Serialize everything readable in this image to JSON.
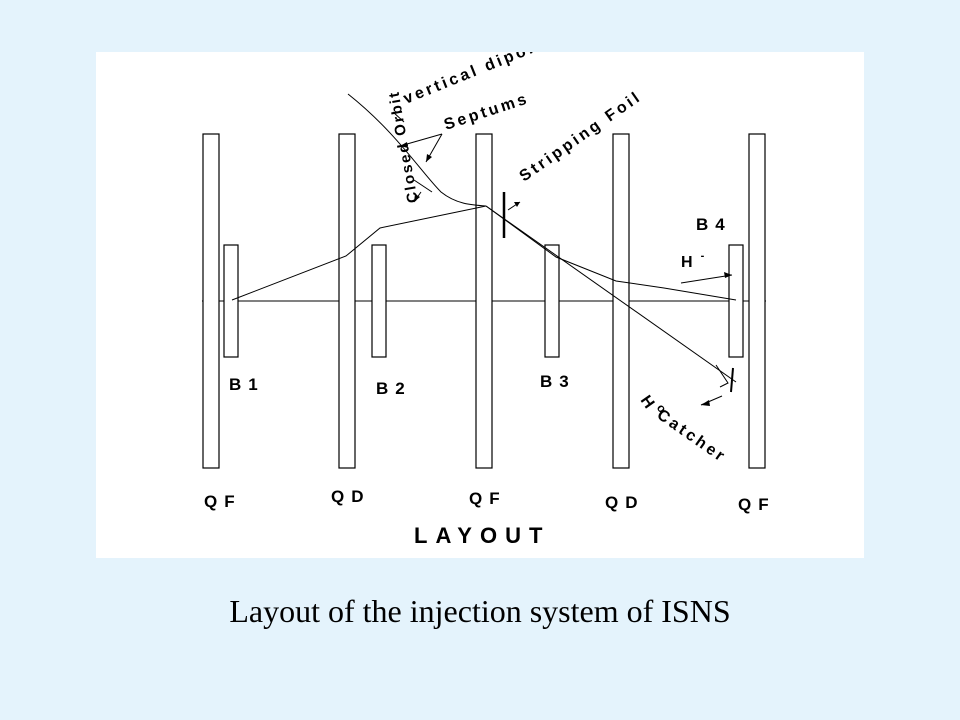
{
  "caption": "Layout of the injection system of ISNS",
  "diagram": {
    "heading": "LAYOUT",
    "quadrupoles": [
      "QF",
      "QD",
      "QF",
      "QD",
      "QF"
    ],
    "bending_magnets": [
      "B1",
      "B2",
      "B3",
      "B4"
    ],
    "labels": {
      "vertical_dipole": "vertical dipole",
      "septums": "Septums",
      "closed_orbit": "Closed Orbit",
      "stripping_foil": "Stripping Foil",
      "h_minus": "H",
      "h_minus_sup": "-",
      "h_zero": "H",
      "h_zero_sup": "o",
      "catcher": "Catcher"
    }
  }
}
